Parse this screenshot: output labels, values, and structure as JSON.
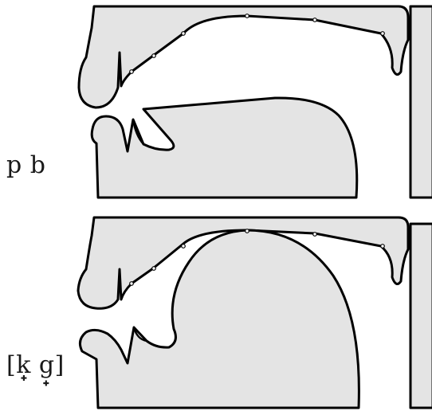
{
  "panels": [
    {
      "id": "bilabial",
      "label": "p b"
    },
    {
      "id": "velar",
      "label": "[k̟ g̟]"
    }
  ],
  "colors": {
    "fill": "#e4e4e4",
    "stroke": "#000000",
    "background": "#ffffff"
  }
}
